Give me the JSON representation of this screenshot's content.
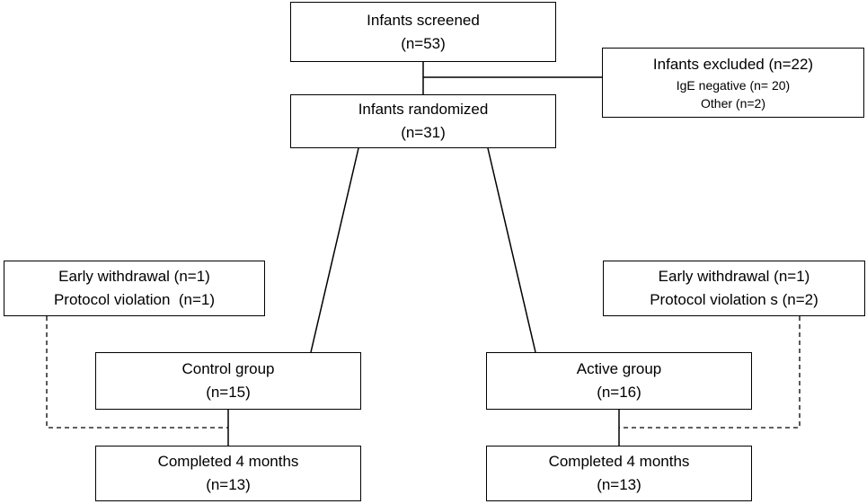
{
  "screened": {
    "title": "Infants screened",
    "count": "(n=53)"
  },
  "excluded": {
    "title": "Infants excluded (n=22)",
    "reasons": [
      "IgE negative (n= 20)",
      "Other (n=2)"
    ]
  },
  "randomized": {
    "title": "Infants randomized",
    "count": "(n=31)"
  },
  "control_withdrawal": {
    "line1": "Early withdrawal (n=1)",
    "line2": "Protocol violation  (n=1)"
  },
  "active_withdrawal": {
    "line1": "Early withdrawal (n=1)",
    "line2": "Protocol violation s (n=2)"
  },
  "control_group": {
    "title": "Control group",
    "count": "(n=15)"
  },
  "active_group": {
    "title": "Active group",
    "count": "(n=16)"
  },
  "control_completed": {
    "title": "Completed 4 months",
    "count": "(n=13)"
  },
  "active_completed": {
    "title": "Completed 4 months",
    "count": "(n=13)"
  },
  "colors": {
    "stroke": "#000000",
    "background": "#ffffff"
  }
}
